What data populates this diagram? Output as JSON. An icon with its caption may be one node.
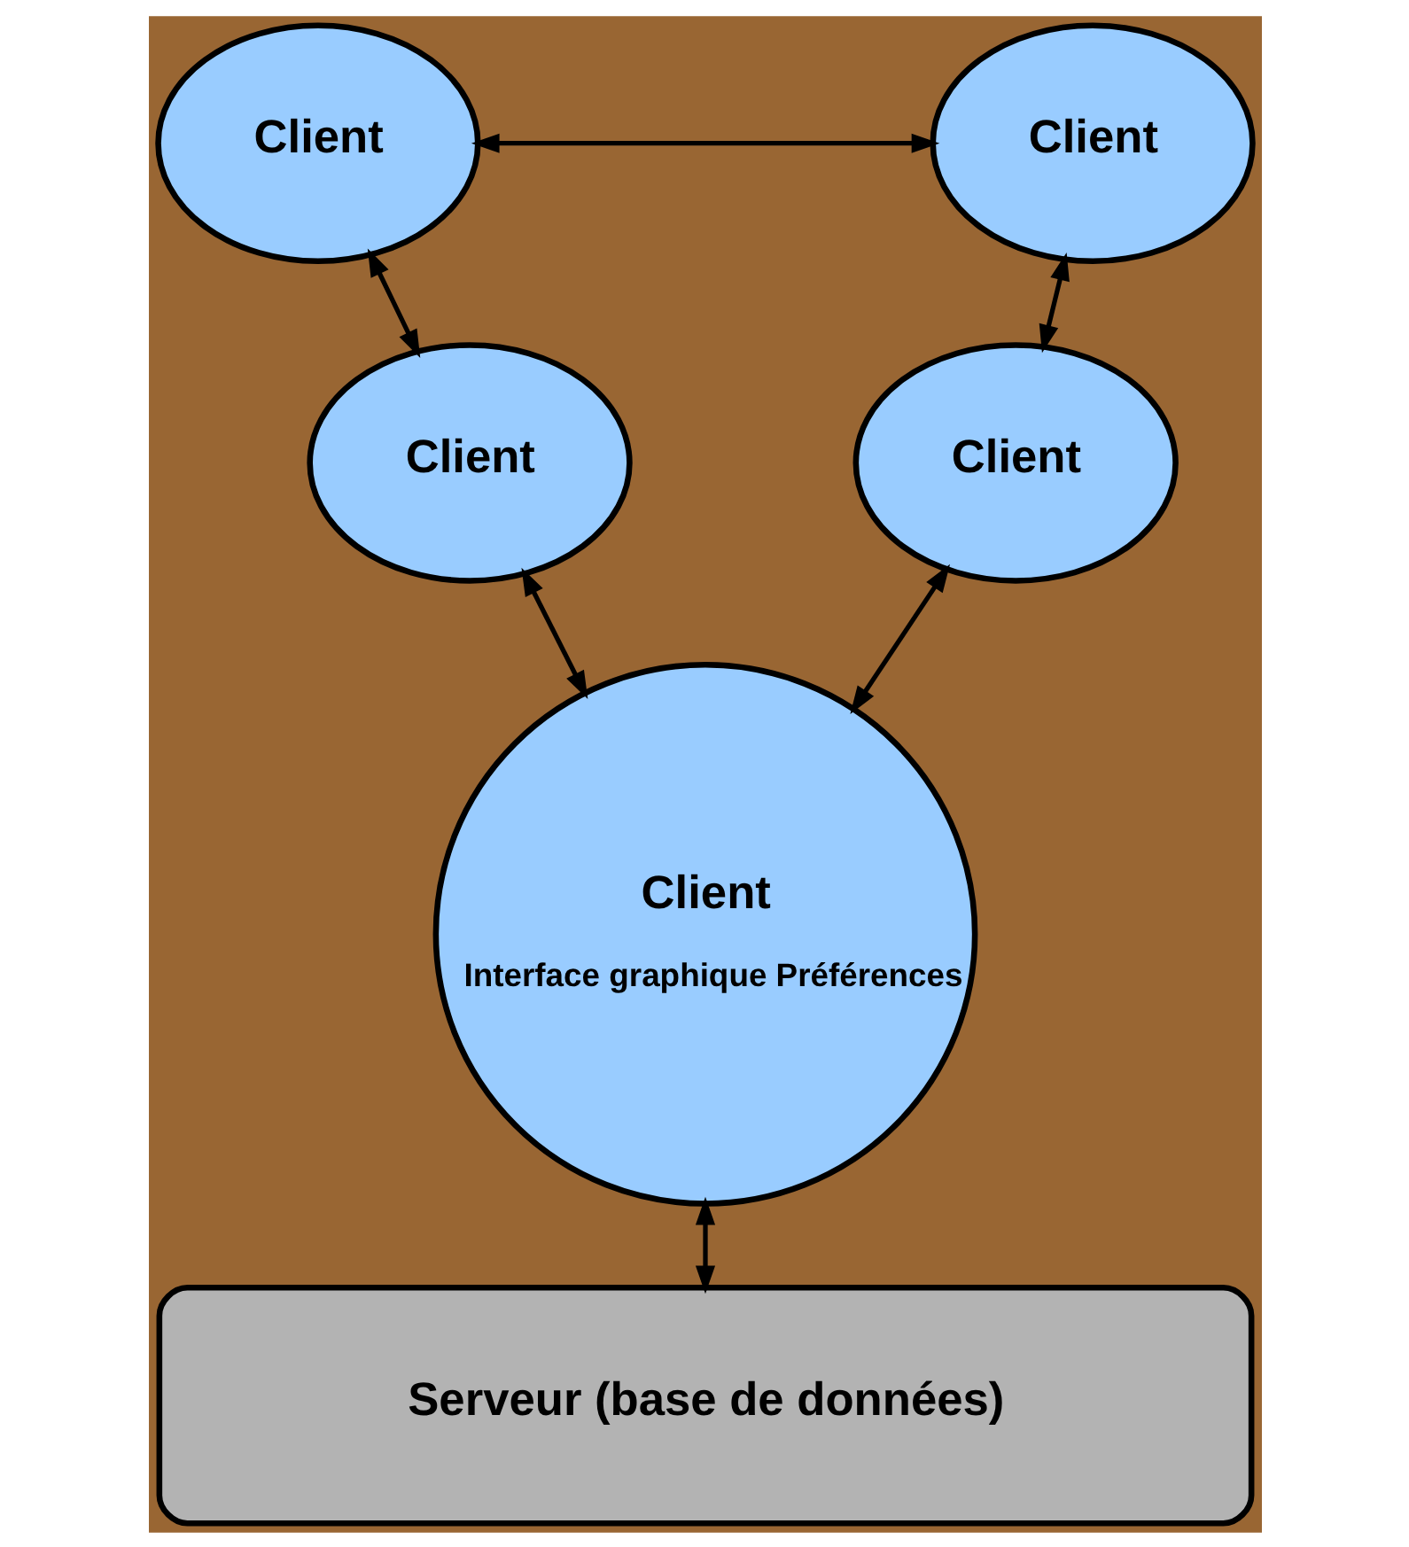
{
  "diagram": {
    "nodes": [
      {
        "text": [
          "Client"
        ]
      },
      {
        "text": [
          "Client"
        ]
      },
      {
        "text": [
          "Client"
        ]
      },
      {
        "text": [
          "Client"
        ]
      },
      {
        "text": [
          "Client",
          "Interface graphique Préférences"
        ]
      },
      {
        "text": [
          "Serveur (base de données)"
        ]
      }
    ],
    "edges": [
      {
        "from": 0,
        "to": 1,
        "arrow": "both"
      },
      {
        "from": 0,
        "to": 2,
        "arrow": "both"
      },
      {
        "from": 1,
        "to": 3,
        "arrow": "both"
      },
      {
        "from": 2,
        "to": 4,
        "arrow": "both"
      },
      {
        "from": 3,
        "to": 4,
        "arrow": "both"
      },
      {
        "from": 4,
        "to": 5,
        "arrow": "both"
      }
    ]
  }
}
